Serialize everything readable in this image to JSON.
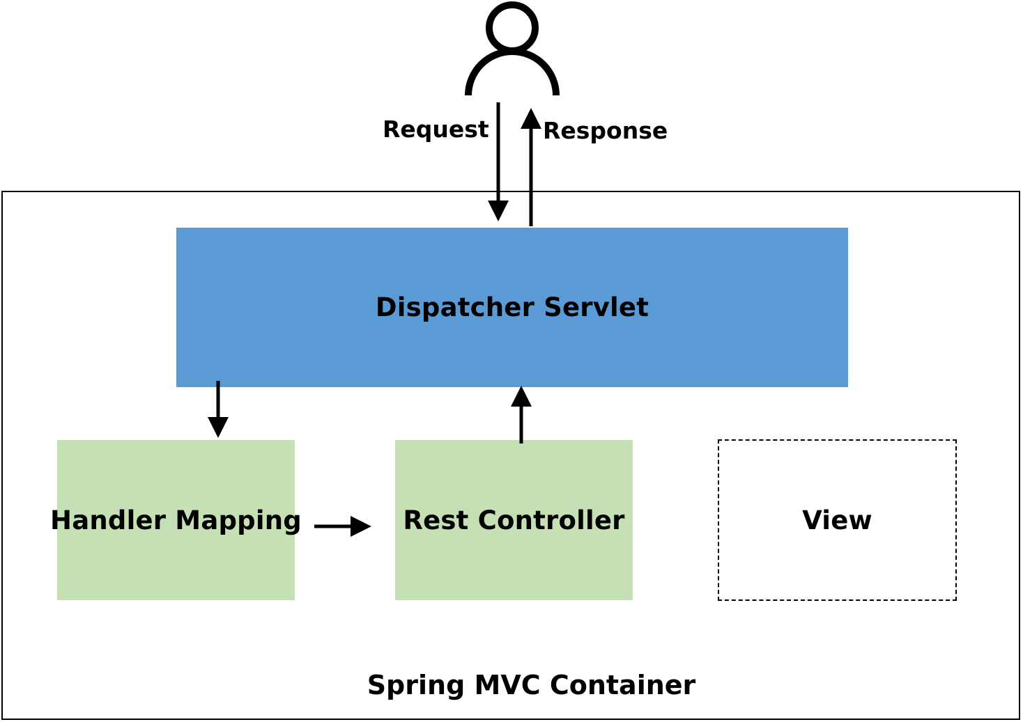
{
  "user": {
    "icon": "user-icon"
  },
  "flows": {
    "request_label": "Request",
    "response_label": "Response"
  },
  "container": {
    "label": "Spring MVC Container"
  },
  "nodes": {
    "dispatcher": {
      "label": "Dispatcher Servlet",
      "color": "#5b9bd5"
    },
    "handler_mapping": {
      "label": "Handler Mapping",
      "color": "#c5e0b4"
    },
    "rest_controller": {
      "label": "Rest Controller",
      "color": "#c5e0b4"
    },
    "view": {
      "label": "View",
      "border": "dashed"
    }
  }
}
